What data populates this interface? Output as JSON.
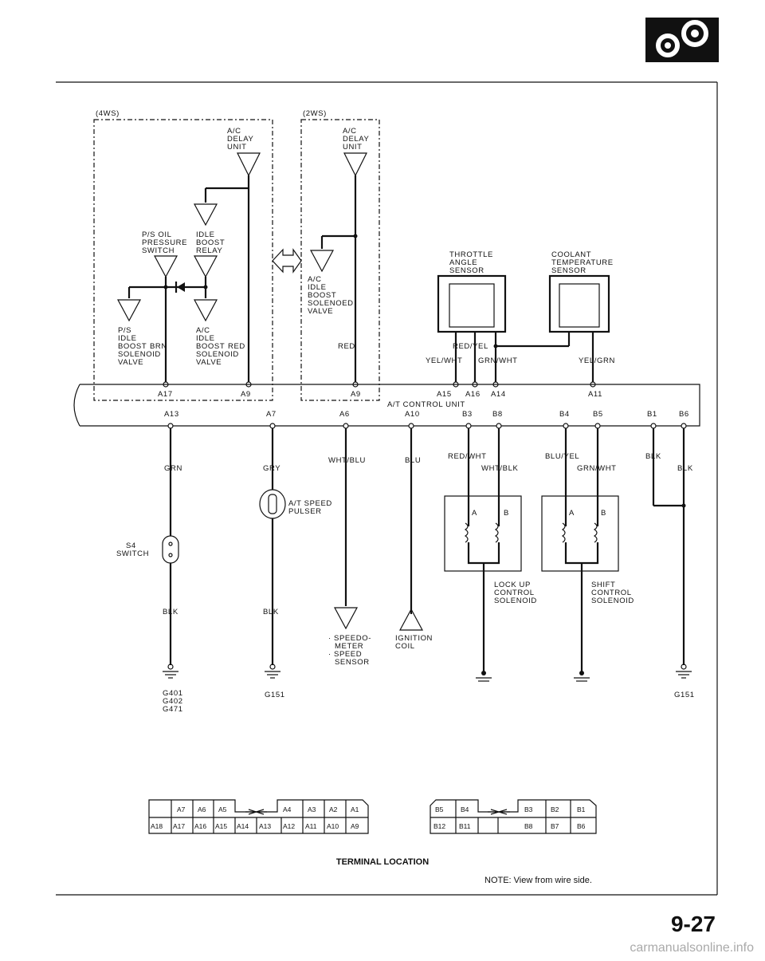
{
  "page_number": "9-27",
  "watermark": "carmanualsonline.info",
  "caption": "TERMINAL LOCATION",
  "note": "NOTE: View from wire side.",
  "section_4ws": "(4WS)",
  "section_2ws": "(2WS)",
  "control_unit": "A/T CONTROL UNIT",
  "components": {
    "ac_delay_unit": [
      "A/C",
      "DELAY",
      "UNIT"
    ],
    "ps_oil_switch": [
      "P/S OIL",
      "PRESSURE",
      "SWITCH"
    ],
    "idle_boost_relay": [
      "IDLE",
      "BOOST",
      "RELAY"
    ],
    "ps_idle_valve": [
      "P/S",
      "IDLE",
      "BOOST",
      "SOLENOID",
      "VALVE"
    ],
    "ac_idle_valve": [
      "A/C",
      "IDLE",
      "BOOST",
      "SOLENOID",
      "VALVE"
    ],
    "ac_idle_valve_2ws": [
      "A/C",
      "IDLE",
      "BOOST",
      "SOLENOED",
      "VALVE"
    ],
    "throttle_sensor": [
      "THROTTLE",
      "ANGLE",
      "SENSOR"
    ],
    "coolant_sensor": [
      "COOLANT",
      "TEMPERATURE",
      "SENSOR"
    ],
    "s4_switch": [
      "S4",
      "SWITCH"
    ],
    "speed_pulser": [
      "A/T SPEED",
      "PULSER"
    ],
    "speedometer": [
      "· SPEEDO-",
      "METER",
      "· SPEED",
      "SENSOR"
    ],
    "ignition_coil": [
      "IGNITION",
      "COIL"
    ],
    "lockup_solenoid": [
      "LOCK UP",
      "CONTROL",
      "SOLENOID"
    ],
    "shift_solenoid": [
      "SHIFT",
      "CONTROL",
      "SOLENOID"
    ]
  },
  "wires": {
    "brn": "BRN",
    "red": "RED",
    "red2": "RED",
    "red_yel": "RED/YEL",
    "yel_wht": "YEL/WHT",
    "grn_wht": "GRN/WHT",
    "yel_grn": "YEL/GRN",
    "grn": "GRN",
    "gry": "GRY",
    "wht_blu": "WHT/BLU",
    "blu": "BLU",
    "red_wht": "RED/WHT",
    "wht_blk": "WHT/BLK",
    "blu_yel": "BLU/YEL",
    "grn_wht2": "GRN/WHT",
    "blk1": "BLK",
    "blk2": "BLK",
    "blk3": "BLK",
    "blk4": "BLK",
    "coil_a1": "A",
    "coil_b1": "B",
    "coil_a2": "A",
    "coil_b2": "B"
  },
  "pins_top": {
    "a17": "A17",
    "a9": "A9",
    "a9b": "A9",
    "a15": "A15",
    "a16": "A16",
    "a14": "A14",
    "a11": "A11"
  },
  "pins_bottom": {
    "a13": "A13",
    "a7": "A7",
    "a6": "A6",
    "a10": "A10",
    "b3": "B3",
    "b8": "B8",
    "b4": "B4",
    "b5": "B5",
    "b1": "B1",
    "b6": "B6"
  },
  "grounds": {
    "g1": [
      "G401",
      "G402",
      "G471"
    ],
    "g2": [
      "G151"
    ],
    "g3": [
      "G151"
    ]
  },
  "terminal_a": {
    "top": [
      "A7",
      "A6",
      "A5",
      "A4",
      "A3",
      "A2",
      "A1"
    ],
    "bottom": [
      "A18",
      "A17",
      "A16",
      "A15",
      "A14",
      "A13",
      "A12",
      "A11",
      "A10",
      "A9"
    ]
  },
  "terminal_b": {
    "top": [
      "B5",
      "B4",
      "B3",
      "B2",
      "B1"
    ],
    "bottom": [
      "B12",
      "B11",
      "B8",
      "B7",
      "B6"
    ]
  }
}
